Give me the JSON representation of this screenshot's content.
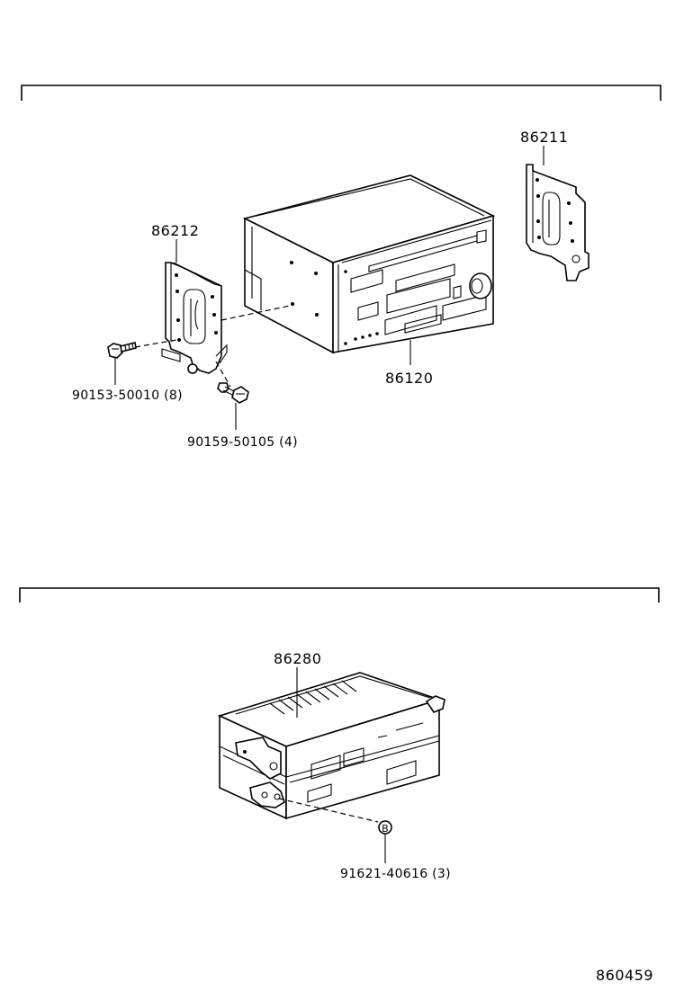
{
  "parts": {
    "bracket_right": "86211",
    "bracket_left": "86212",
    "radio_unit": "86120",
    "bolt_a": "90153-50010 (8)",
    "bolt_b": "90159-50105 (4)",
    "amplifier": "86280",
    "screw_b": "91621-40616 (3)"
  },
  "callout_letter": "B",
  "diagram_number": "860459"
}
